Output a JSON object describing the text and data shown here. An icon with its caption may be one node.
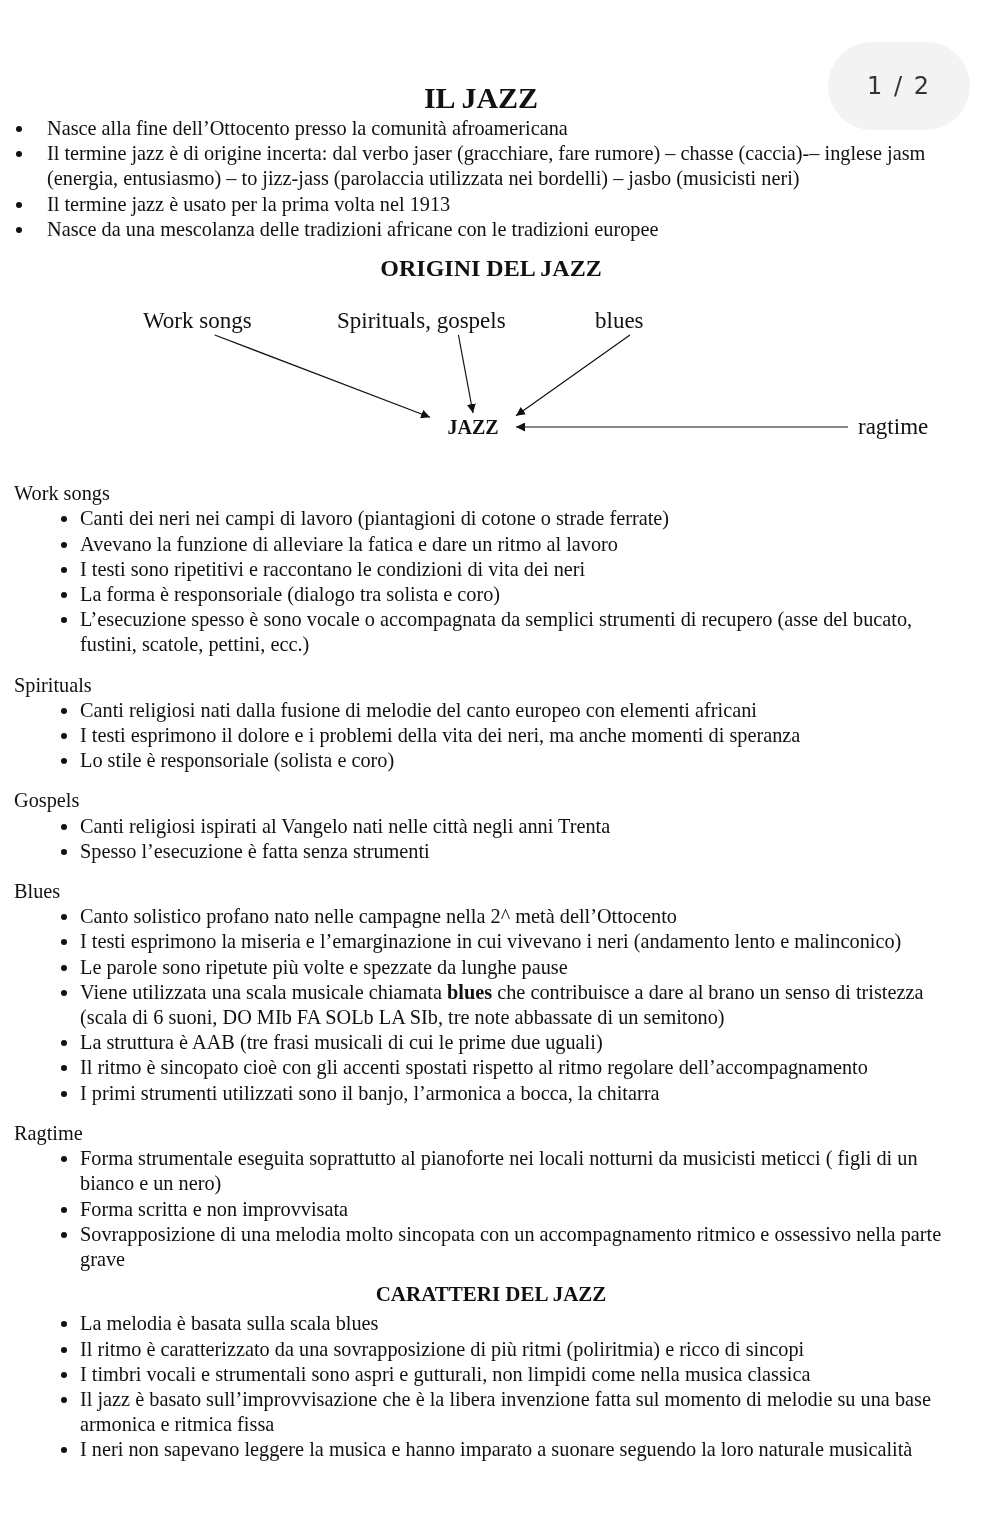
{
  "diagram": {
    "title": "IL JAZZ",
    "nodes": [
      {
        "text": [
          "Work songs"
        ]
      },
      {
        "text": [
          "Spirituals, gospels"
        ]
      },
      {
        "text": [
          "blues"
        ]
      },
      {
        "text": [
          "JAZZ"
        ]
      },
      {
        "text": [
          "ragtime"
        ]
      }
    ],
    "edges": [
      {
        "from": 0,
        "to": 3,
        "arrow": "to"
      },
      {
        "from": 1,
        "to": 3,
        "arrow": "to"
      },
      {
        "from": 2,
        "to": 3,
        "arrow": "to"
      },
      {
        "from": 4,
        "to": 3,
        "arrow": "to"
      }
    ],
    "labels": [
      "1 / 2",
      "Nasce alla fine dell’Ottocento presso la comunità afroamericana",
      "Il termine jazz è di origine incerta: dal verbo jaser (gracchiare, fare rumore) – chasse (caccia)-– inglese jasm (energia, entusiasmo) – to jizz-jass (parolaccia utilizzata nei bordelli) – jasbo (musicisti neri)",
      "Il termine jazz è usato per la prima volta nel 1913",
      "Nasce da una mescolanza delle tradizioni africane con le tradizioni europee",
      "ORIGINI DEL JAZZ",
      "Work songs",
      "Canti dei neri nei campi di lavoro (piantagioni di cotone o strade ferrate)",
      "Avevano la funzione di alleviare la fatica e dare un ritmo al lavoro",
      "I testi sono ripetitivi e raccontano le condizioni di vita dei neri",
      "La forma è responsoriale (dialogo tra solista e coro)",
      "L’esecuzione spesso è sono vocale o accompagnata da semplici strumenti di recupero (asse del bucato, fustini, scatole, pettini, ecc.)",
      "Spirituals",
      "Canti religiosi nati dalla fusione di melodie del canto europeo con elementi africani",
      "I testi esprimono il dolore e i problemi della vita dei neri, ma anche momenti di speranza",
      "Lo stile è responsoriale (solista e coro)",
      "Gospels",
      "Canti religiosi ispirati al Vangelo nati nelle città negli anni Trenta",
      "Spesso l’esecuzione è fatta senza strumenti",
      "Blues",
      "Canto solistico profano nato nelle campagne nella 2^ metà dell’Ottocento",
      "I testi esprimono la miseria e l’emarginazione in cui vivevano i neri (andamento lento e malinconico)",
      "Le parole sono ripetute più volte e spezzate da lunghe pause",
      "Viene utilizzata una scala musicale chiamata **blues** che contribuisce a dare al brano un senso di tristezza (scala di 6 suoni, DO MIb FA SOLb LA SIb, tre note abbassate di un semitono)",
      "La struttura è AAB (tre frasi musicali di cui le prime due uguali)",
      "Il ritmo è sincopato cioè con gli accenti spostati rispetto al ritmo regolare dell’accompagnamento",
      "I primi strumenti utilizzati sono il banjo, l’armonica a bocca, la chitarra",
      "Ragtime",
      "Forma strumentale eseguita soprattutto al pianoforte nei locali notturni da musicisti meticci ( figli di un bianco e un nero)",
      "Forma scritta e non improvvisata",
      "Sovrapposizione di una melodia molto sincopata con un accompagnamento ritmico e ossessivo nella parte grave",
      "CARATTERI DEL JAZZ",
      "La melodia è basata sulla scala blues",
      "Il ritmo è caratterizzato da una sovrapposizione di più ritmi (poliritmia) e ricco di sincopi",
      "I timbri vocali e strumentali sono aspri e gutturali, non limpidi come nella musica classica",
      "Il jazz è basato sull’improvvisazione che è la libera invenzione fatta sul momento di melodie su una base armonica e ritmica fissa",
      "I neri non sapevano leggere la musica e hanno imparato a suonare seguendo la loro naturale musicalità"
    ]
  }
}
